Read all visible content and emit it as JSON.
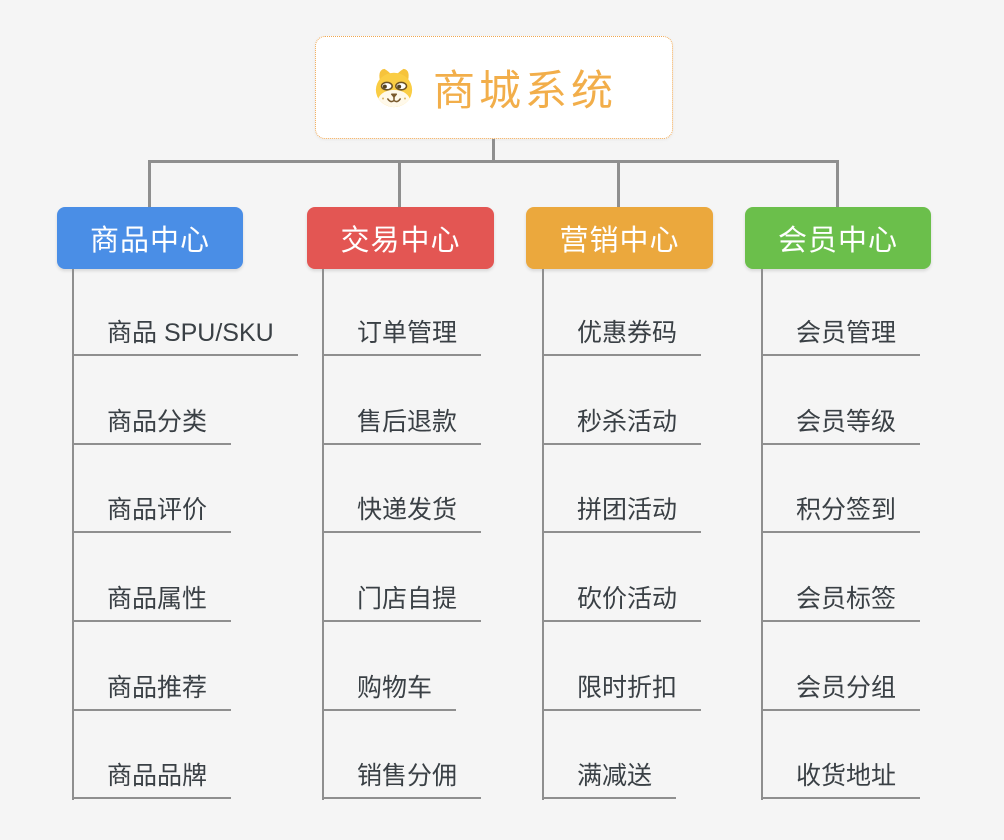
{
  "background_color": "#F5F5F5",
  "connector_color": "#8F8F8F",
  "leaf_text_color": "#3A4045",
  "root": {
    "title": "商城系统",
    "icon": "dog-face-icon",
    "accent_color": "#F2AE4A",
    "border_color": "#F0A852"
  },
  "branches": [
    {
      "id": "product-center",
      "label": "商品中心",
      "color": "#4A8EE6",
      "items": [
        "商品 SPU/SKU",
        "商品分类",
        "商品评价",
        "商品属性",
        "商品推荐",
        "商品品牌"
      ]
    },
    {
      "id": "trade-center",
      "label": "交易中心",
      "color": "#E35653",
      "items": [
        "订单管理",
        "售后退款",
        "快递发货",
        "门店自提",
        "购物车",
        "销售分佣"
      ]
    },
    {
      "id": "marketing-center",
      "label": "营销中心",
      "color": "#EBA83D",
      "items": [
        "优惠券码",
        "秒杀活动",
        "拼团活动",
        "砍价活动",
        "限时折扣",
        "满减送"
      ]
    },
    {
      "id": "member-center",
      "label": "会员中心",
      "color": "#6BBF4B",
      "items": [
        "会员管理",
        "会员等级",
        "积分签到",
        "会员标签",
        "会员分组",
        "收货地址"
      ]
    }
  ]
}
